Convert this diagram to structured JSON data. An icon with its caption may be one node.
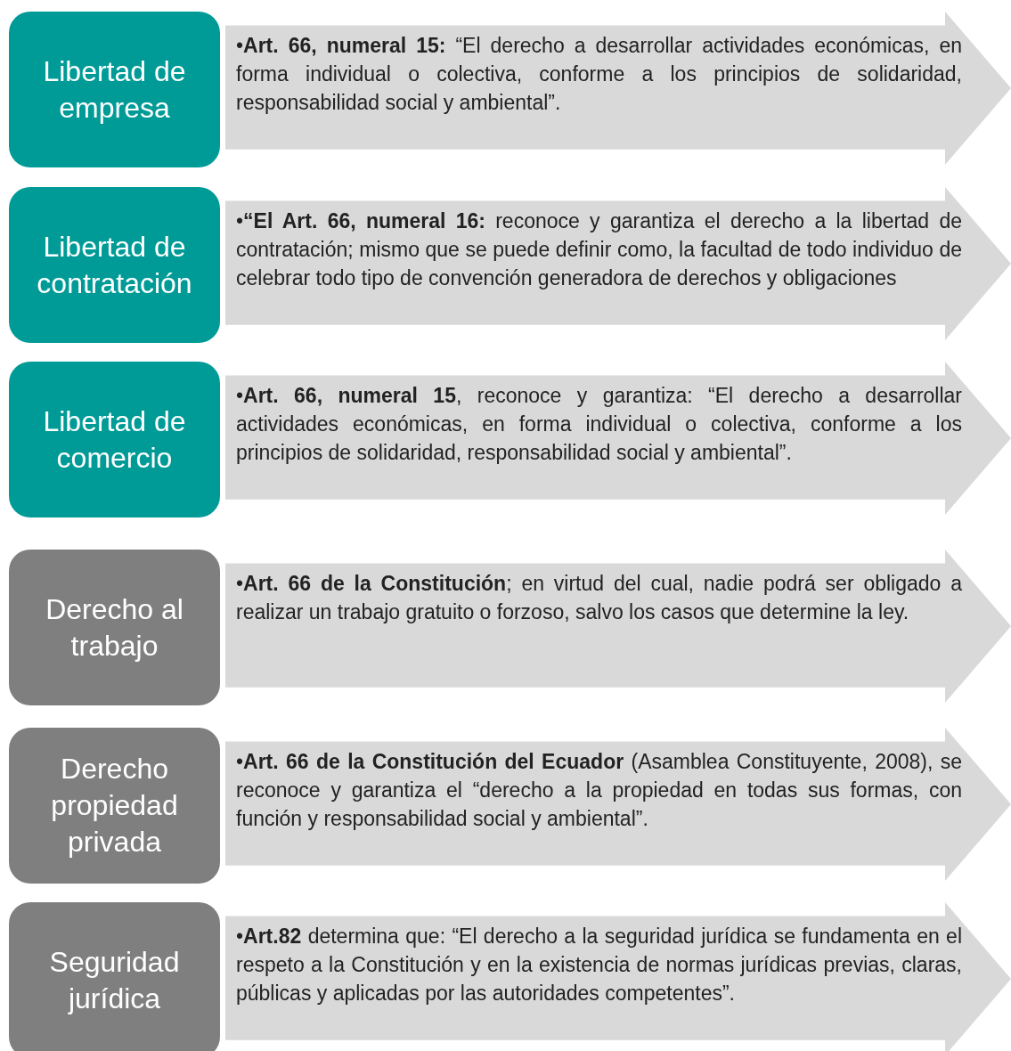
{
  "diagram": {
    "nodes": [
      {
        "text": [
          "Libertad de empresa"
        ]
      },
      {
        "text": [
          "•**Art. 66, numeral 15:** “El derecho a desarrollar actividades económicas, en forma individual o colectiva, conforme a los principios de solidaridad, responsabilidad social y ambiental”."
        ]
      },
      {
        "text": [
          "Libertad de contratación"
        ]
      },
      {
        "text": [
          "•**“El Art. 66, numeral 16:** reconoce y garantiza el derecho a la libertad de contratación; mismo que se puede definir como, la facultad de todo individuo de celebrar todo tipo de convención generadora de derechos y obligaciones"
        ]
      },
      {
        "text": [
          "Libertad de comercio"
        ]
      },
      {
        "text": [
          "•**Art. 66, numeral 15**, reconoce y garantiza: “El derecho a desarrollar actividades económicas, en forma individual o colectiva, conforme a los principios de solidaridad, responsabilidad social y ambiental”."
        ]
      },
      {
        "text": [
          "Derecho al trabajo"
        ]
      },
      {
        "text": [
          "•**Art. 66 de la Constitución**; en virtud del cual, nadie podrá ser obligado a realizar un trabajo gratuito o forzoso, salvo los casos que determine la ley."
        ]
      },
      {
        "text": [
          "Derecho propiedad privada"
        ]
      },
      {
        "text": [
          "•**Art. 66 de la Constitución del Ecuador** (Asamblea Constituyente, 2008), se reconoce y garantiza el “derecho a la propiedad en todas sus formas, con función y responsabilidad social y ambiental”."
        ]
      },
      {
        "text": [
          "Seguridad jurídica"
        ]
      },
      {
        "text": [
          "•**Art.82** determina que: “El derecho a la seguridad jurídica se fundamenta en el respeto a la Constitución y en la existencia de normas jurídicas previas, claras, públicas y aplicadas por las autoridades competentes”."
        ]
      }
    ],
    "edges": []
  }
}
